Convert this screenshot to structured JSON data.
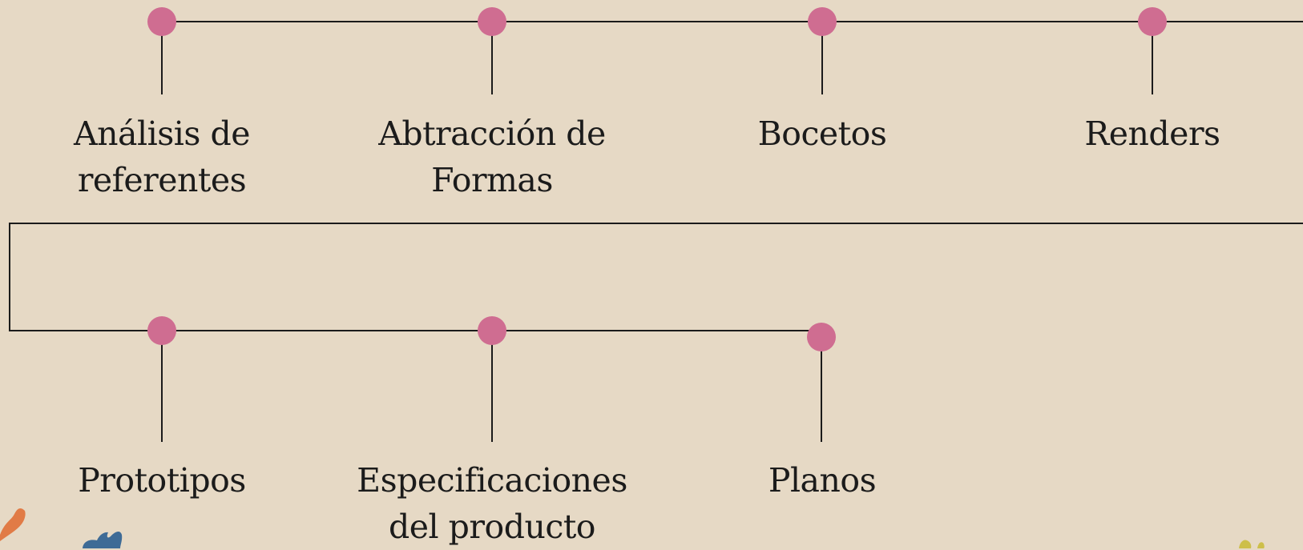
{
  "colors": {
    "background": "#e6d9c5",
    "line": "#1b1b1b",
    "dot": "#cf6d91",
    "decor_orange": "#e17b46",
    "decor_blue": "#3e6b96",
    "decor_yellow": "#cdbf4a"
  },
  "timeline": {
    "row1": [
      {
        "label": "Análisis de\nreferentes"
      },
      {
        "label": "Abtracción de\nFormas"
      },
      {
        "label": "Bocetos"
      },
      {
        "label": "Renders"
      }
    ],
    "row2": [
      {
        "label": "Prototipos"
      },
      {
        "label": "Especificaciones\ndel producto"
      },
      {
        "label": "Planos"
      }
    ]
  }
}
